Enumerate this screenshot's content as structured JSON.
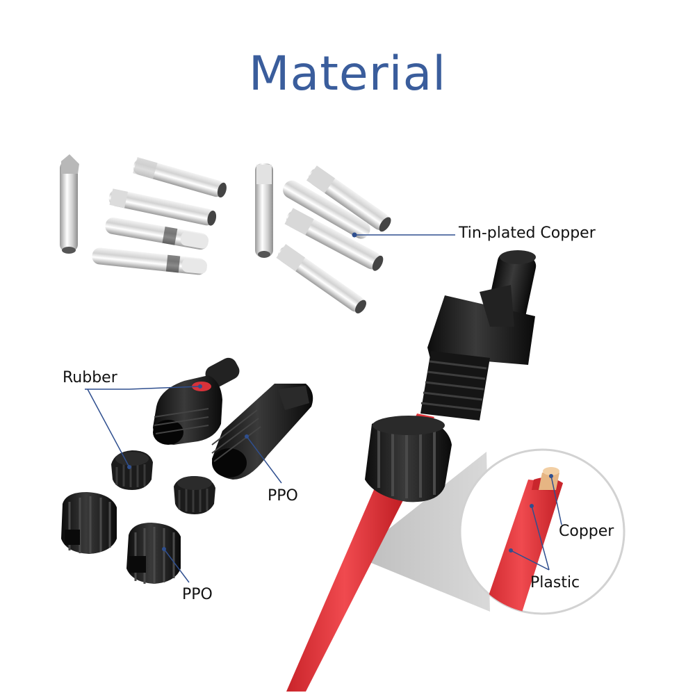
{
  "title": "Material",
  "labels": {
    "tin_plated_copper": "Tin-plated Copper",
    "rubber": "Rubber",
    "ppo_connector": "PPO",
    "ppo_nut": "PPO",
    "copper": "Copper",
    "plastic": "Plastic"
  },
  "colors": {
    "title": "#3a5d9c",
    "pointer": "#2f4f8f",
    "wire": "#e3343a",
    "connector": "#1a1a1a",
    "metal": "#c9c9c9"
  }
}
